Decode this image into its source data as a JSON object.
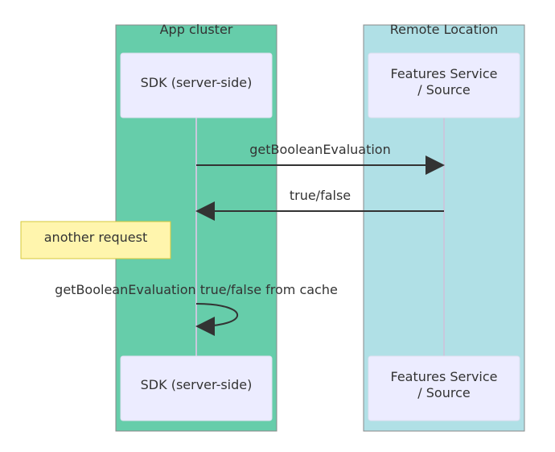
{
  "groups": {
    "app": {
      "title": "App cluster",
      "fill": "#66cdaa"
    },
    "remote": {
      "title": "Remote Location",
      "fill": "#b0e0e6"
    }
  },
  "participants": {
    "sdk": {
      "label": "SDK (server-side)"
    },
    "features": {
      "label_line1": "Features Service",
      "label_line2": "/ Source"
    }
  },
  "messages": [
    {
      "label": "getBooleanEvaluation",
      "from": "sdk",
      "to": "features"
    },
    {
      "label": "true/false",
      "from": "features",
      "to": "sdk"
    },
    {
      "label": "getBooleanEvaluation true/false from cache",
      "from": "sdk",
      "to": "sdk"
    }
  ],
  "note": {
    "text": "another request"
  },
  "colors": {
    "participant_fill": "#ececff",
    "participant_stroke": "#e0e0f0",
    "note_fill": "#fff5ad",
    "note_stroke": "#d6c93a",
    "group_stroke": "#888888",
    "lifeline": "#c8c8dc",
    "arrow": "#333333"
  }
}
